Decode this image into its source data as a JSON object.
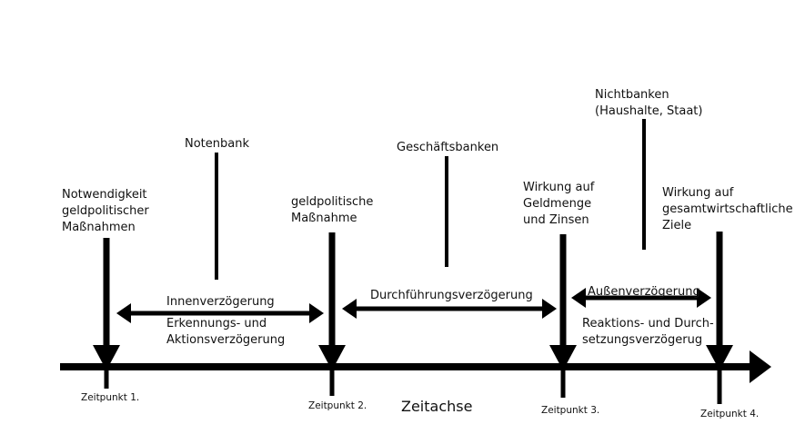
{
  "labels": {
    "notwendigkeit": [
      "Notwendigkeit",
      "geldpolitischer",
      "Maßnahmen"
    ],
    "notenbank": "Notenbank",
    "massnahme": [
      "geldpolitische",
      "Maßnahme"
    ],
    "geschaeftsbanken": "Geschäftsbanken",
    "wirkung_geld": [
      "Wirkung auf",
      "Geldmenge",
      "und Zinsen"
    ],
    "nichtbanken": [
      "Nichtbanken",
      "(Haushalte, Staat)"
    ],
    "wirkung_ziele": [
      "Wirkung auf",
      "gesamtwirtschaftliche",
      "Ziele"
    ]
  },
  "lags": {
    "innen": [
      "Innenverzögerung",
      "Erkennungs- und",
      "Aktionsverzögerung"
    ],
    "durchfuehrung": "Durchführungsverzögerung",
    "aussen": [
      "Außenverzögerung",
      "Reaktions- und Durch-",
      "setzungsverzögerug"
    ]
  },
  "time_points": [
    "Zeitpunkt 1.",
    "Zeitpunkt 2.",
    "Zeitpunkt 3.",
    "Zeitpunkt 4."
  ],
  "axis_label": "Zeitachse"
}
